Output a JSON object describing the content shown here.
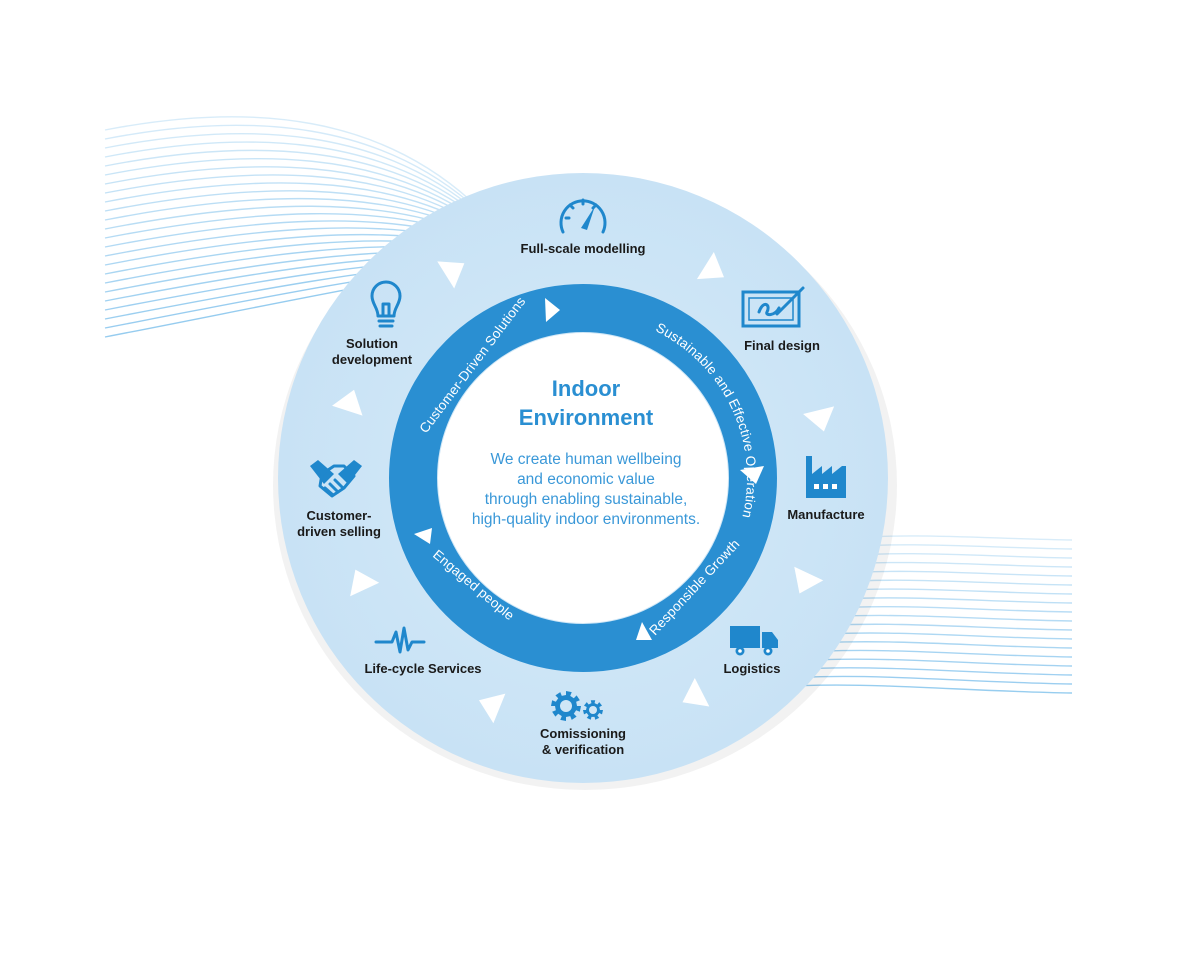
{
  "center": {
    "title_line1": "Indoor",
    "title_line2": "Environment",
    "desc_lines": [
      "We create human wellbeing",
      "and economic value",
      "through enabling sustainable,",
      "high-quality indoor environments."
    ]
  },
  "ring": {
    "customer_driven": "Customer-Driven Solutions",
    "sustainable_ops": "Sustainable and Effective Operations",
    "responsible_growth": "Responsible Growth",
    "engaged_people": "Engaged people"
  },
  "stages": {
    "full_scale": "Full-scale modelling",
    "final_design": "Final design",
    "manufacture": "Manufacture",
    "logistics": "Logistics",
    "commissioning_l1": "Comissioning",
    "commissioning_l2": "& verification",
    "lifecycle": "Life-cycle Services",
    "selling_l1": "Customer-",
    "selling_l2": "driven selling",
    "solution_l1": "Solution",
    "solution_l2": "development"
  },
  "colors": {
    "outer_disc": "#cfe6f6",
    "ring": "#2a8fd2",
    "icon": "#1f87cc",
    "title": "#2a8fd2",
    "waves": "#8ec8ee"
  },
  "icons": [
    "speedometer-icon",
    "drawing-tablet-icon",
    "factory-icon",
    "truck-icon",
    "gears-icon",
    "pulse-icon",
    "handshake-icon",
    "lightbulb-icon"
  ]
}
